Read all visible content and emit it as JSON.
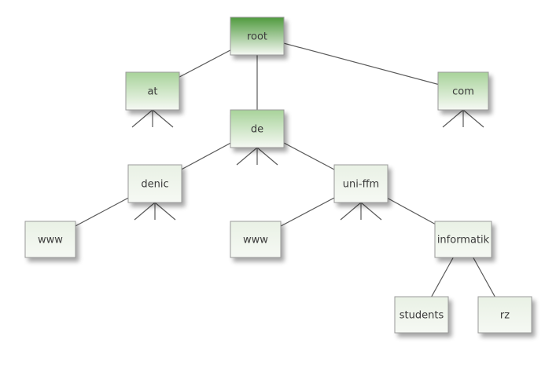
{
  "diagram": {
    "type": "tree",
    "colors": {
      "node_top_dark": "#4f9a3e",
      "node_top_light": "#a8d39a",
      "node_bottom": "#f6f9f4",
      "node_plain_top": "#e9f1e5",
      "edge": "#5a5a5a"
    },
    "nodes": [
      {
        "id": "root",
        "label": "root",
        "level": 0,
        "shade": "dark"
      },
      {
        "id": "at",
        "label": "at",
        "level": 1,
        "shade": "light"
      },
      {
        "id": "de",
        "label": "de",
        "level": 1,
        "shade": "light"
      },
      {
        "id": "com",
        "label": "com",
        "level": 1,
        "shade": "light"
      },
      {
        "id": "denic",
        "label": "denic",
        "level": 2,
        "shade": "plain"
      },
      {
        "id": "uni-ffm",
        "label": "uni-ffm",
        "level": 2,
        "shade": "plain"
      },
      {
        "id": "www-denic",
        "label": "www",
        "level": 3,
        "shade": "plain"
      },
      {
        "id": "www-uni",
        "label": "www",
        "level": 3,
        "shade": "plain"
      },
      {
        "id": "informatik",
        "label": "informatik",
        "level": 3,
        "shade": "plain"
      },
      {
        "id": "students",
        "label": "students",
        "level": 4,
        "shade": "plain"
      },
      {
        "id": "rz",
        "label": "rz",
        "level": 4,
        "shade": "plain"
      }
    ],
    "edges": [
      [
        "root",
        "at"
      ],
      [
        "root",
        "de"
      ],
      [
        "root",
        "com"
      ],
      [
        "de",
        "denic"
      ],
      [
        "de",
        "uni-ffm"
      ],
      [
        "denic",
        "www-denic"
      ],
      [
        "uni-ffm",
        "www-uni"
      ],
      [
        "uni-ffm",
        "informatik"
      ],
      [
        "informatik",
        "students"
      ],
      [
        "informatik",
        "rz"
      ]
    ],
    "stub_nodes": [
      "at",
      "de",
      "com",
      "denic",
      "uni-ffm"
    ]
  }
}
